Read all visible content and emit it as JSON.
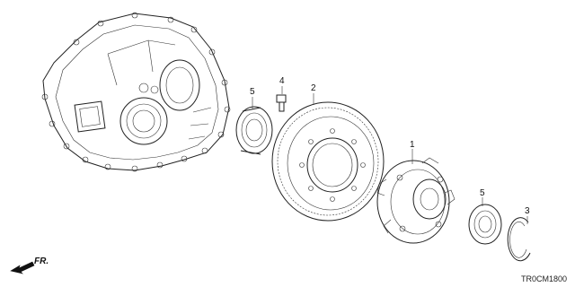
{
  "diagram": {
    "callouts": [
      {
        "id": "1",
        "label": "1"
      },
      {
        "id": "2",
        "label": "2"
      },
      {
        "id": "3",
        "label": "3"
      },
      {
        "id": "4",
        "label": "4"
      },
      {
        "id": "5a",
        "label": "5"
      },
      {
        "id": "5b",
        "label": "5"
      }
    ],
    "direction_label": "FR.",
    "diagram_code": "TR0CM1800"
  }
}
